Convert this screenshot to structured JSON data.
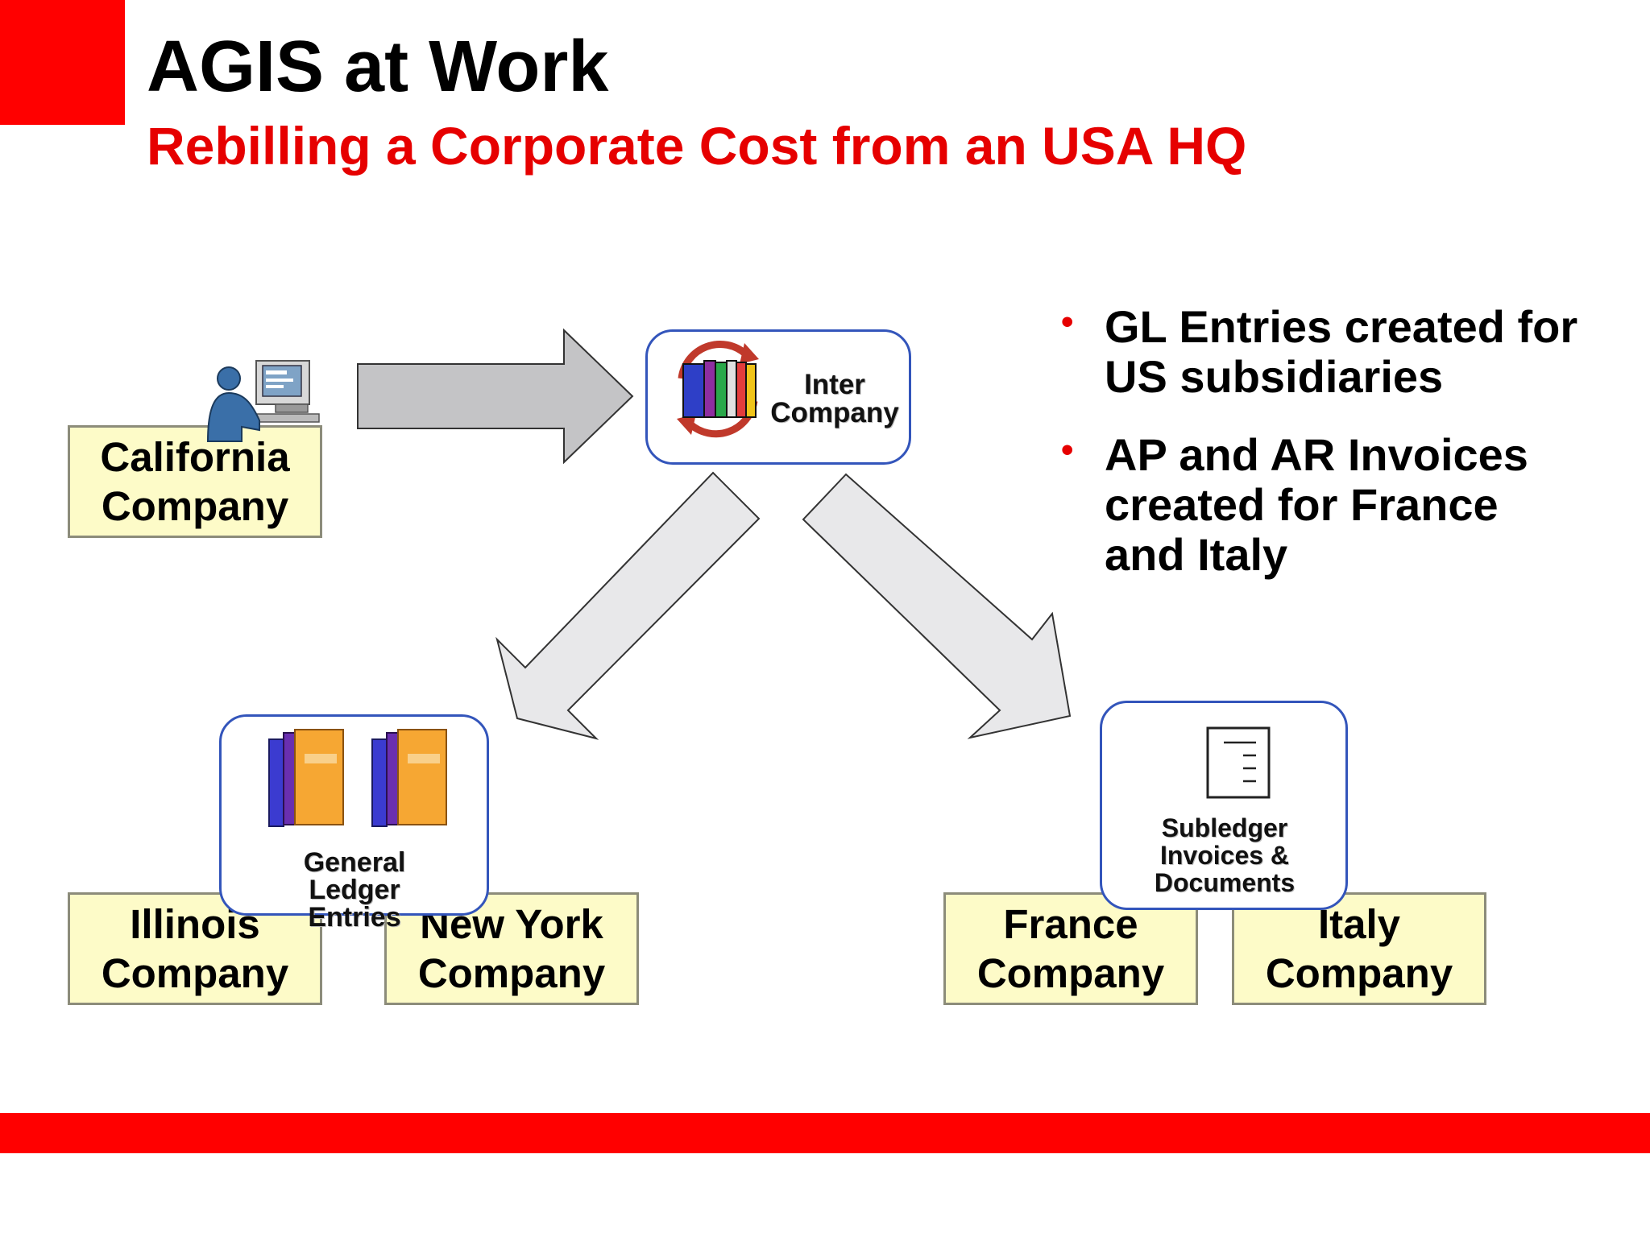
{
  "slide": {
    "title": "AGIS at Work",
    "subtitle": "Rebilling a Corporate Cost from an USA HQ"
  },
  "hub": {
    "line1": "Inter",
    "line2": "Company"
  },
  "companies": {
    "california": {
      "line1": "California",
      "line2": "Company"
    },
    "illinois": {
      "line1": "Illinois",
      "line2": "Company"
    },
    "new_york": {
      "line1": "New York",
      "line2": "Company"
    },
    "france": {
      "line1": "France",
      "line2": "Company"
    },
    "italy": {
      "line1": "Italy",
      "line2": "Company"
    }
  },
  "gl_box": {
    "line1": "General",
    "line2": "Ledger",
    "line3": "Entries"
  },
  "sub_box": {
    "line1": "Subledger",
    "line2": "Invoices &",
    "line3": "Documents"
  },
  "bullets": [
    {
      "line1": "GL Entries created for",
      "line2": "US subsidiaries"
    },
    {
      "line1": "AP and AR Invoices",
      "line2": "created for France",
      "line3": "and Italy"
    }
  ],
  "colors": {
    "accent": "#ff0000",
    "company_fill": "#fdfbc8",
    "box_border": "#3355bb"
  },
  "icons": [
    "user-computer-icon",
    "books-cycle-icon",
    "ledger-books-icon",
    "document-icon"
  ]
}
